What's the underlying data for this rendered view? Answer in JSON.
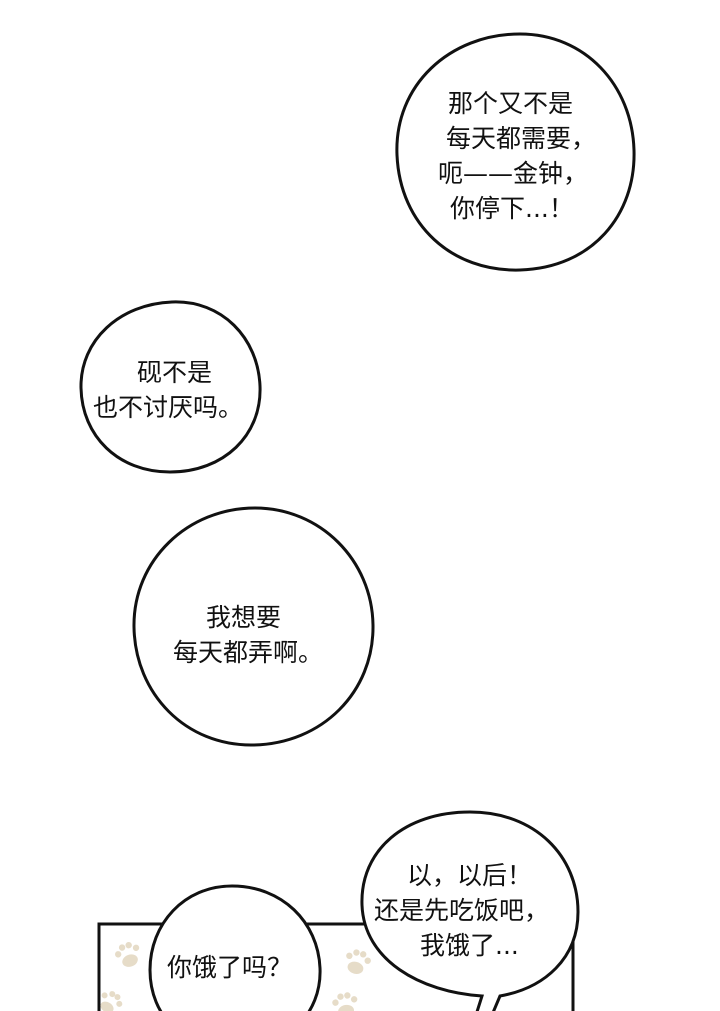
{
  "bubbles": [
    {
      "lines": [
        "那个又不是",
        "每天都需要，",
        "呃——金钟，",
        "你停下...！"
      ]
    },
    {
      "lines": [
        "砚不是",
        "也不讨厌吗。"
      ]
    },
    {
      "lines": [
        "我想要",
        "每天都弄啊。"
      ]
    },
    {
      "lines": [
        "你饿了吗？"
      ]
    },
    {
      "lines": [
        "以，以后！",
        "还是先吃饭吧，",
        "我饿了..."
      ]
    }
  ],
  "colors": {
    "ink": "#111111",
    "paper": "#ffffff",
    "paw": "#e6dcc8"
  },
  "icons": [
    "paw-print-icon"
  ]
}
